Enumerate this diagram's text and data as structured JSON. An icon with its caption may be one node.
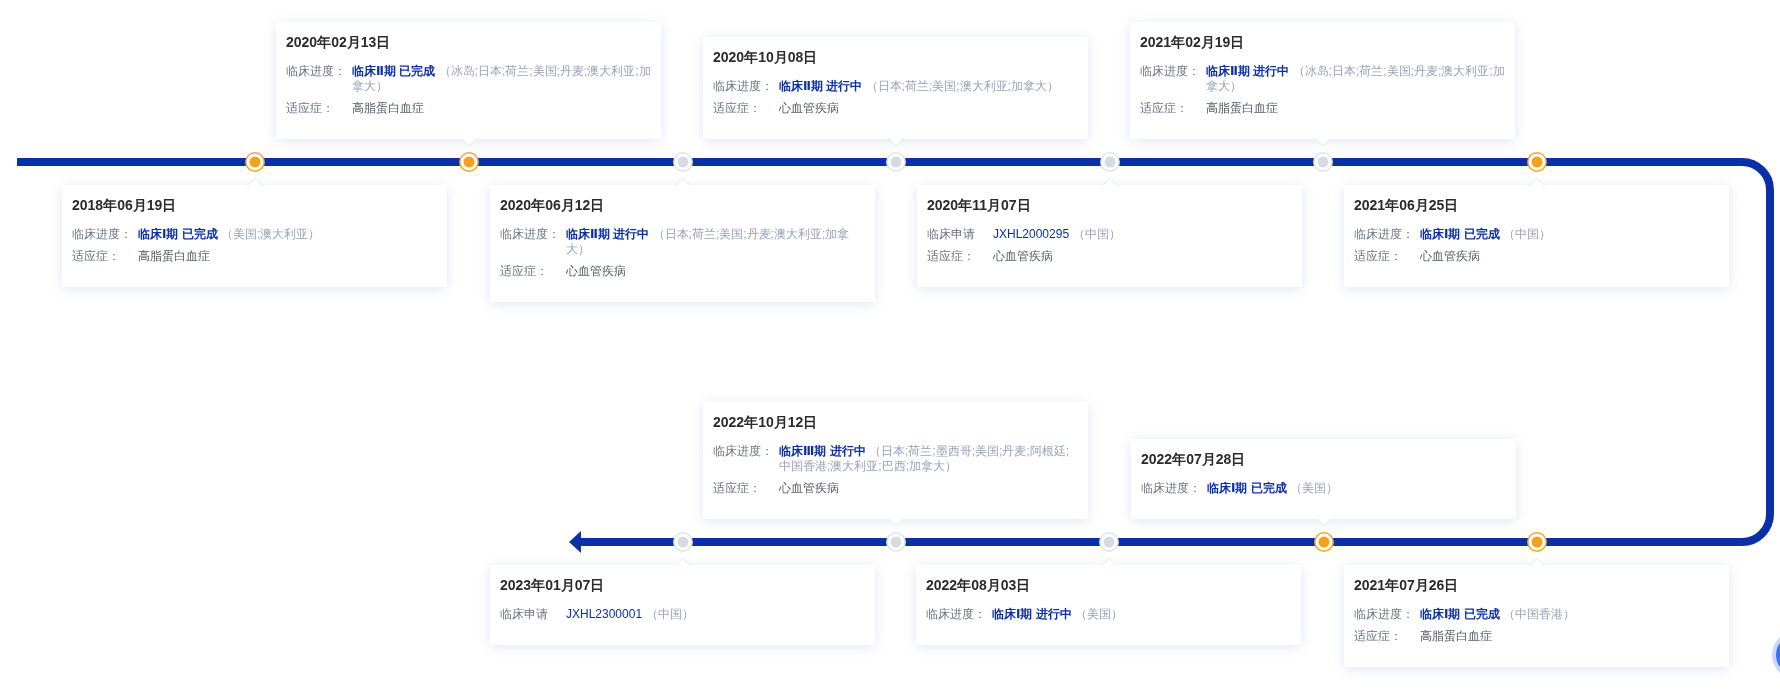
{
  "diagram": {
    "nodes": [
      {
        "text": [
          "2018年06月19日",
          "临床进度：",
          "**临床Ⅰ期 已完成** （美国;澳大利亚）",
          "适应症：",
          "高脂蛋白血症"
        ]
      },
      {
        "text": [
          "2020年02月13日",
          "临床进度：",
          "**临床Ⅱ期 已完成** （冰岛;日本;荷兰;美国;丹麦;澳大利亚;加拿大）",
          "适应症：",
          "高脂蛋白血症"
        ]
      },
      {
        "text": [
          "2020年06月12日",
          "临床进度：",
          "**临床Ⅱ期 进行中** （日本;荷兰;美国;丹麦;澳大利亚;加拿大）",
          "适应症：",
          "心血管疾病"
        ]
      },
      {
        "text": [
          "2020年10月08日",
          "临床进度：",
          "**临床Ⅱ期 进行中** （日本;荷兰;美国;澳大利亚;加拿大）",
          "适应症：",
          "心血管疾病"
        ]
      },
      {
        "text": [
          "2020年11月07日",
          "临床申请",
          "JXHL2000295",
          "（中国）",
          "适应症：",
          "心血管疾病"
        ]
      },
      {
        "text": [
          "2021年02月19日",
          "临床进度：",
          "**临床Ⅱ期 进行中** （冰岛;日本;荷兰;美国;丹麦;澳大利亚;加拿大）",
          "适应症：",
          "高脂蛋白血症"
        ]
      },
      {
        "text": [
          "2021年06月25日",
          "临床进度：",
          "**临床Ⅰ期 已完成** （中国）",
          "适应症：",
          "心血管疾病"
        ]
      },
      {
        "text": [
          "2021年07月26日",
          "临床进度：",
          "**临床Ⅰ期 已完成** （中国香港）",
          "适应症：",
          "高脂蛋白血症"
        ]
      },
      {
        "text": [
          "2022年07月28日",
          "临床进度：",
          "**临床Ⅰ期 已完成** （美国）"
        ]
      },
      {
        "text": [
          "2022年08月03日",
          "临床进度：",
          "**临床Ⅰ期 进行中** （美国）"
        ]
      },
      {
        "text": [
          "2022年10月12日",
          "临床进度：",
          "**临床Ⅲ期 进行中** （日本;荷兰;墨西哥;美国;丹麦;阿根廷;中国香港;澳大利亚;巴西;加拿大）",
          "适应症：",
          "心血管疾病"
        ]
      },
      {
        "text": [
          "2023年01月07日",
          "临床申请",
          "JXHL2300001",
          "（中国）"
        ]
      }
    ]
  }
}
